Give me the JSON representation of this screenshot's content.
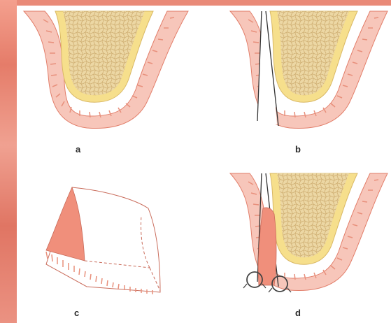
{
  "panels": [
    {
      "label": "a"
    },
    {
      "label": "b"
    },
    {
      "label": "c"
    },
    {
      "label": "d"
    }
  ],
  "colors": {
    "background": "#e98a78",
    "gingiva": "#f2b4a6",
    "gingiva_dark": "#e27e6a",
    "bone_cortex": "#f6df8c",
    "bone_core": "#e8d4a0",
    "bone_trabecular": "#d6b97c",
    "flap_fill": "#f08f7b",
    "line": "#333333"
  }
}
